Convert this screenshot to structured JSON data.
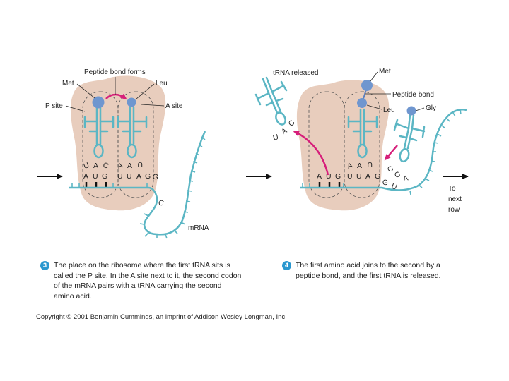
{
  "panel3": {
    "labels": {
      "peptide_bond_forms": "Peptide bond forms",
      "met": "Met",
      "leu": "Leu",
      "p_site": "P site",
      "a_site": "A site",
      "mrna": "mRNA"
    },
    "codons": {
      "mrna_bases": [
        "A",
        "U",
        "G",
        "U",
        "U",
        "A",
        "G",
        "G",
        "C"
      ],
      "trna1_anticodon": [
        "U",
        "A",
        "C"
      ],
      "trna2_anticodon": [
        "A",
        "A",
        "U"
      ]
    },
    "step_number": "3",
    "caption": "The place on the ribosome where the first tRNA sits is called the P site. In the A site next to it, the second codon of the mRNA pairs with a tRNA carrying the second amino acid."
  },
  "panel4": {
    "labels": {
      "trna_released": "tRNA released",
      "met": "Met",
      "peptide_bond": "Peptide bond",
      "leu": "Leu",
      "gly": "Gly",
      "to_next_row": [
        "To",
        "next",
        "row"
      ]
    },
    "codons": {
      "mrna_bases": [
        "A",
        "U",
        "G",
        "U",
        "U",
        "A",
        "G",
        "G",
        "U"
      ],
      "released_anticodon": [
        "U",
        "A",
        "C"
      ],
      "trna2_anticodon": [
        "A",
        "A",
        "U"
      ],
      "incoming_anticodon": [
        "C",
        "C",
        "A"
      ]
    },
    "step_number": "4",
    "caption": "The first amino acid joins to the second by a peptide bond, and the first tRNA is released."
  },
  "copyright": "Copyright © 2001 Benjamin Cummings, an imprint of Addison Wesley Longman, Inc.",
  "colors": {
    "ribosome": "#e8cdbd",
    "trna": "#5bb6c4",
    "amino_acid": "#6f96cf",
    "arrow_magenta": "#d61f7a",
    "step_badge": "#2a97cf"
  }
}
